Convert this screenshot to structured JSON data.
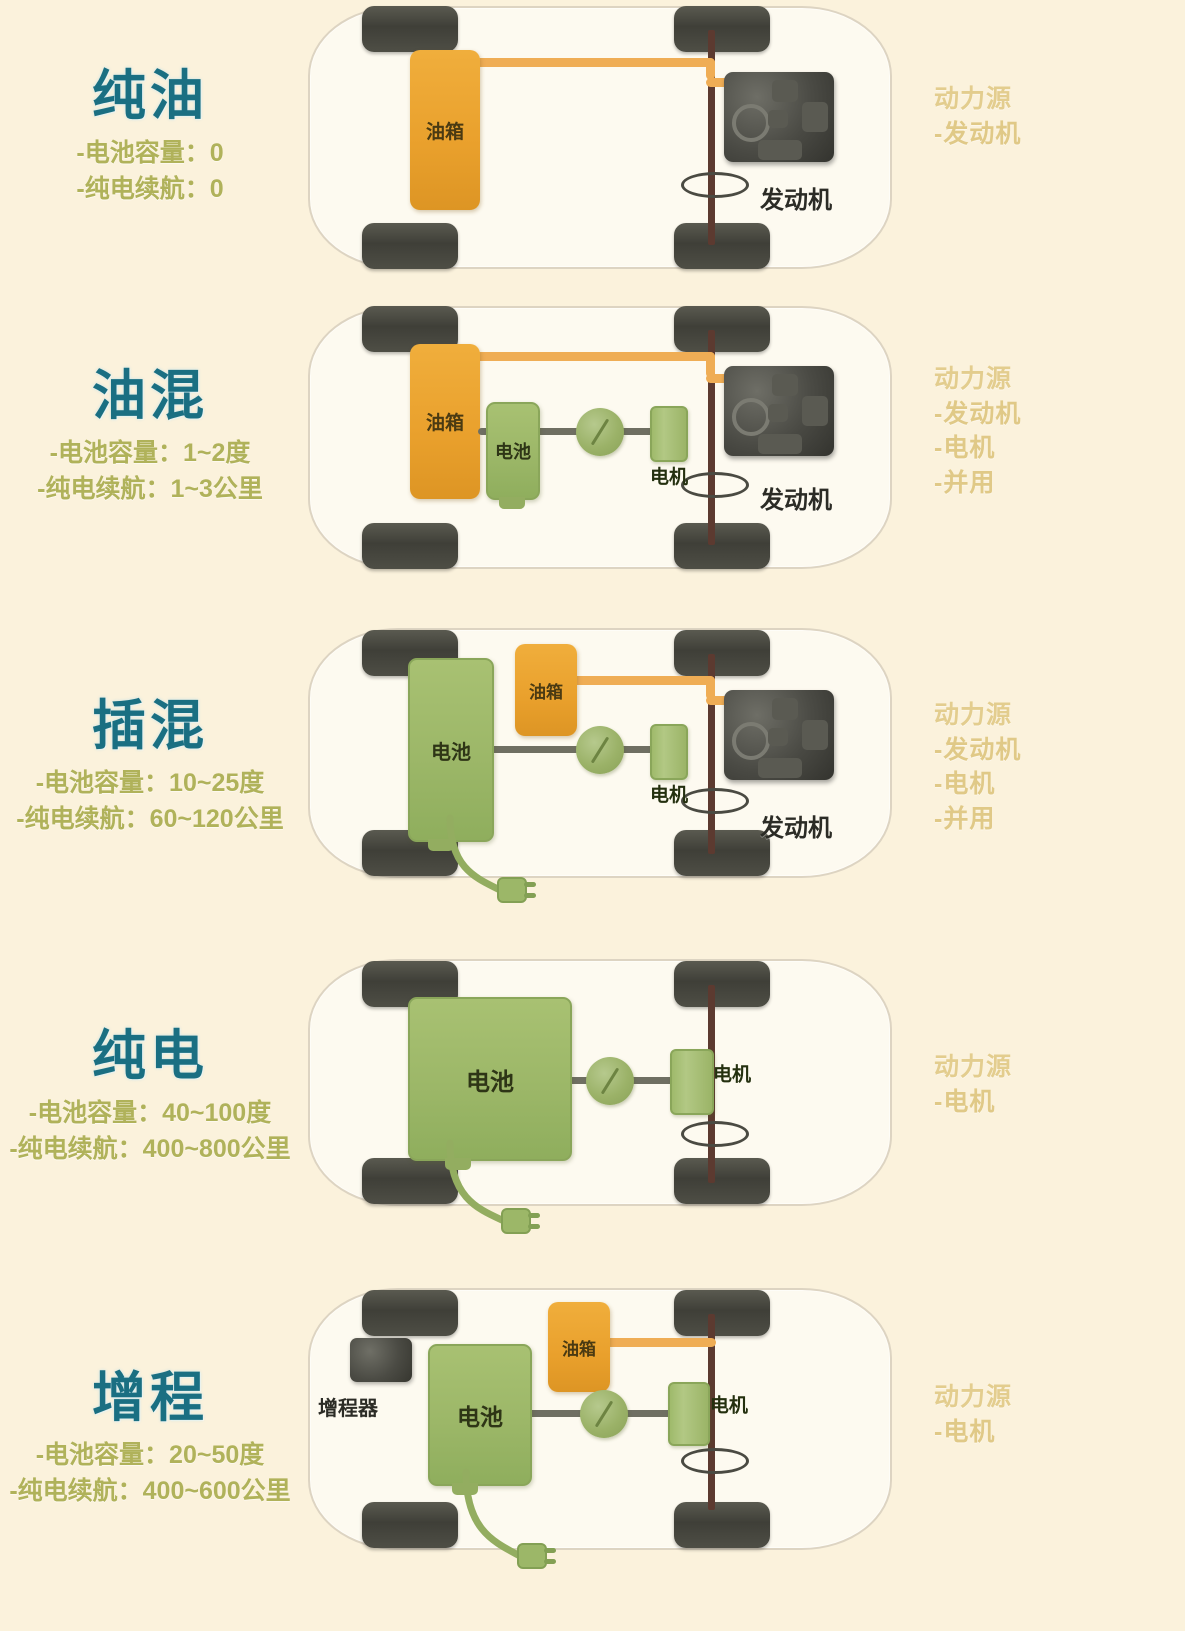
{
  "meta": {
    "background_color": "#fbf2dc",
    "title_color": "#1a6f82",
    "spec_color": "#b0b25a",
    "power_color": "#e0c987",
    "tank_color": "#e9a02c",
    "battery_color": "#9cb768",
    "engine_color": "#4a4a44"
  },
  "component_labels": {
    "tank": "油箱",
    "battery": "电池",
    "motor": "电机",
    "engine": "发动机",
    "range_extender": "增程器"
  },
  "rows": [
    {
      "id": "gasoline",
      "title": "纯油",
      "specs": [
        "-电池容量：0",
        "-纯电续航：0"
      ],
      "battery_capacity": "0",
      "electric_range": "0",
      "power_source_head": "动力源",
      "power_source_items": [
        "-发动机"
      ]
    },
    {
      "id": "hybrid",
      "title": "油混",
      "specs": [
        "-电池容量：1~2度",
        "-纯电续航：1~3公里"
      ],
      "battery_capacity": "1~2度",
      "electric_range": "1~3公里",
      "power_source_head": "动力源",
      "power_source_items": [
        "-发动机",
        "-电机",
        "-并用"
      ]
    },
    {
      "id": "phev",
      "title": "插混",
      "specs": [
        "-电池容量：10~25度",
        "-纯电续航：60~120公里"
      ],
      "battery_capacity": "10~25度",
      "electric_range": "60~120公里",
      "power_source_head": "动力源",
      "power_source_items": [
        "-发动机",
        "-电机",
        "-并用"
      ]
    },
    {
      "id": "bev",
      "title": "纯电",
      "specs": [
        "-电池容量：40~100度",
        "-纯电续航：400~800公里"
      ],
      "battery_capacity": "40~100度",
      "electric_range": "400~800公里",
      "power_source_head": "动力源",
      "power_source_items": [
        "-电机"
      ]
    },
    {
      "id": "erev",
      "title": "增程",
      "specs": [
        "-电池容量：20~50度",
        "-纯电续航：400~600公里"
      ],
      "battery_capacity": "20~50度",
      "electric_range": "400~600公里",
      "power_source_head": "动力源",
      "power_source_items": [
        "-电机"
      ]
    }
  ]
}
